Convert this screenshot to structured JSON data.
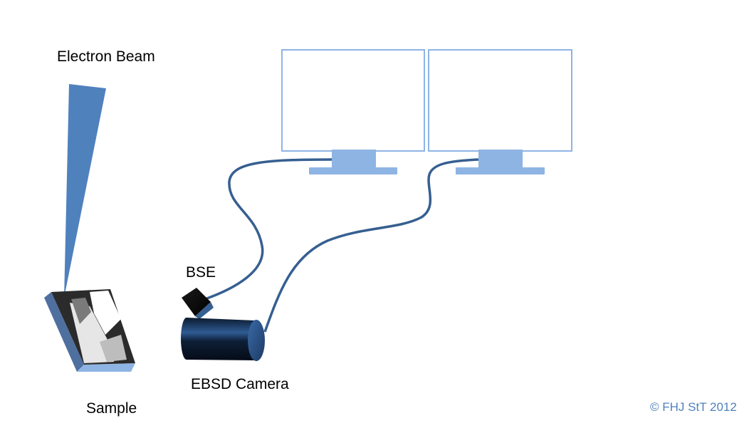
{
  "labels": {
    "electron_beam": "Electron Beam",
    "bse": "BSE",
    "ebsd_camera": "EBSD Camera",
    "sample": "Sample",
    "copyright": "© FHJ StT 2012"
  },
  "colors": {
    "beam": "#4f81bd",
    "monitor_outline": "#8eb4e3",
    "monitor_stand": "#8eb4e3",
    "cable": "#365f91",
    "camera_dark": "#0b1a2e",
    "camera_highlight": "#3a6aa8",
    "sample_dark": "#2b2b2b",
    "sample_light": "#e6e6e6",
    "sample_edge": "#4f6f9f",
    "copyright_text": "#4f81bd"
  }
}
